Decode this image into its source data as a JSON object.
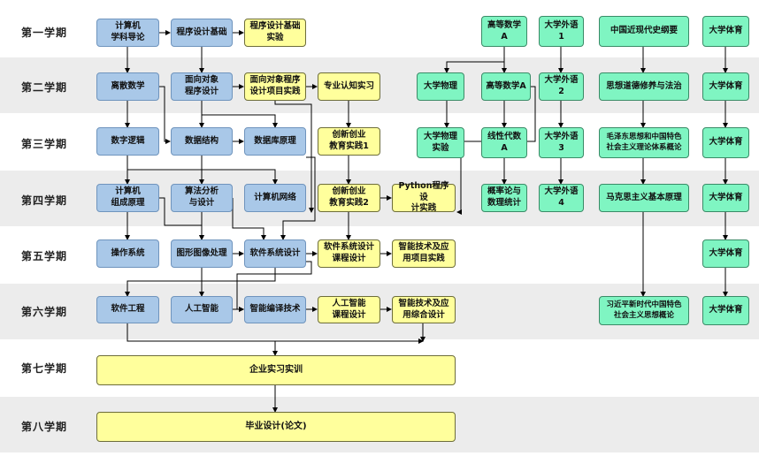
{
  "semesters": [
    "第一学期",
    "第二学期",
    "第三学期",
    "第四学期",
    "第五学期",
    "第六学期",
    "第七学期",
    "第八学期"
  ],
  "courses": {
    "intro": "计算机\n学科导论",
    "prog_basic": "程序设计基础",
    "prog_exp": "程序设计基础\n实验",
    "discrete": "离散数学",
    "oop": "面向对象\n程序设计",
    "oop_proj": "面向对象程序\n设计项目实践",
    "cognition": "专业认知实习",
    "logic": "数字逻辑",
    "ds": "数据结构",
    "db": "数据库原理",
    "innov1": "创新创业\n教育实践1",
    "organ": "计算机\n组成原理",
    "algo": "算法分析\n与设计",
    "network": "计算机网络",
    "innov2": "创新创业\n教育实践2",
    "python": "Python程序设\n计实践",
    "os": "操作系统",
    "graphics": "图形图像处理",
    "se_design": "软件系统设计",
    "sw_proj": "软件系统设计\n课程设计",
    "ai_proj1": "智能技术及应\n用项目实践",
    "sw_eng": "软件工程",
    "ai": "人工智能",
    "compiler": "智能编译技术",
    "ai_design": "人工智能\n课程设计",
    "ai_comp": "智能技术及应\n用综合设计",
    "intern": "企业实习实训",
    "thesis": "毕业设计(论文)",
    "math_a1": "高等数学A",
    "eng1": "大学外语1",
    "history": "中国近现代史纲要",
    "pe1": "大学体育",
    "physics": "大学物理",
    "math_a2": "高等数学A",
    "eng2": "大学外语2",
    "ethics": "思想道德修养与法治",
    "pe2": "大学体育",
    "phys_exp": "大学物理\n实验",
    "linalg": "线性代数A",
    "eng3": "大学外语3",
    "mao": "毛泽东思想和中国特色\n社会主义理论体系概论",
    "pe3": "大学体育",
    "prob": "概率论与\n数理统计",
    "eng4": "大学外语4",
    "marx": "马克思主义基本原理",
    "pe4": "大学体育",
    "pe5": "大学体育",
    "xi": "习近平新时代中国特色\n社会主义思想概论",
    "pe6": "大学体育"
  },
  "colors": {
    "band": "#ececec",
    "blue": "#a9c8e8",
    "yellow": "#ffff9c",
    "green": "#7ff5c2",
    "line": "#000000"
  }
}
